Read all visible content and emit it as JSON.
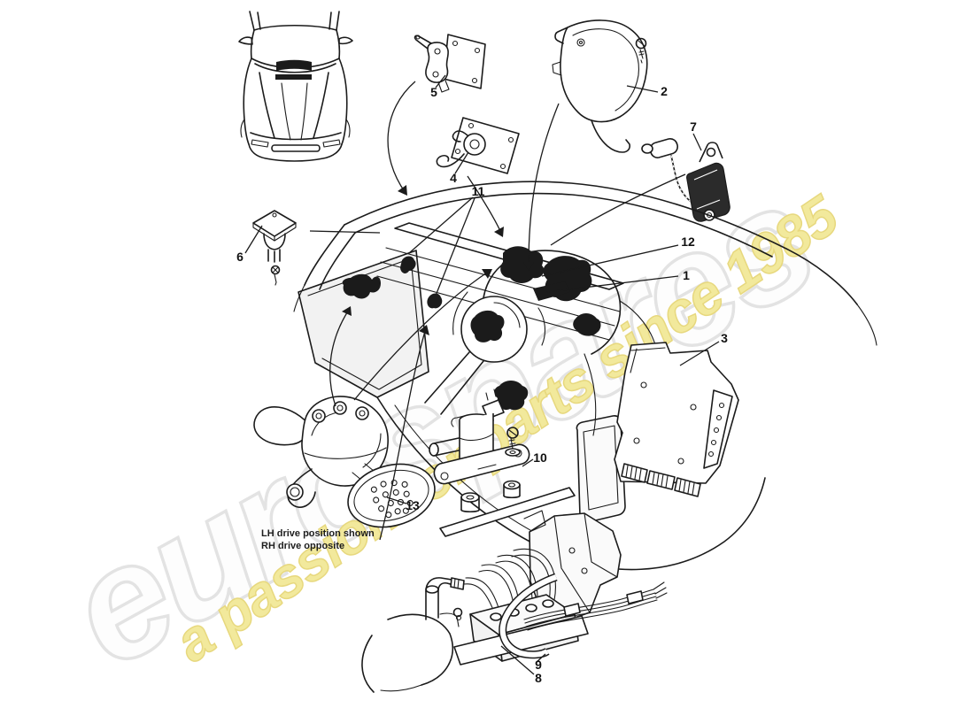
{
  "watermark": {
    "brand": "eurospares",
    "tagline": "a passion for parts since 1985"
  },
  "theme": {
    "brand_fill": "#fdfdfd",
    "brand_stroke": "#e3e3e3",
    "tagline_fill": "#f2e99c",
    "tagline_stroke": "#e7d87e",
    "ink": "#1b1b1b"
  },
  "notes": {
    "line1": "LH drive position shown",
    "line2": "RH drive opposite"
  },
  "callouts": [
    {
      "id": "1",
      "label": "1"
    },
    {
      "id": "2",
      "label": "2"
    },
    {
      "id": "3",
      "label": "3"
    },
    {
      "id": "4",
      "label": "4"
    },
    {
      "id": "5",
      "label": "5"
    },
    {
      "id": "6",
      "label": "6"
    },
    {
      "id": "7",
      "label": "7"
    },
    {
      "id": "8",
      "label": "8"
    },
    {
      "id": "9",
      "label": "9"
    },
    {
      "id": "10",
      "label": "10"
    },
    {
      "id": "11",
      "label": "11"
    },
    {
      "id": "12",
      "label": "12"
    },
    {
      "id": "13",
      "label": "13"
    }
  ]
}
